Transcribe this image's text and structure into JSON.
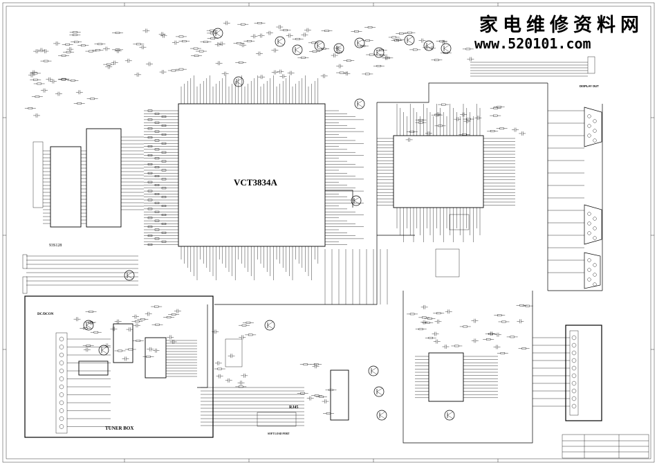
{
  "watermark": {
    "site_name_cn": "家电维修资料网",
    "url": "www.520101.com"
  },
  "labels": {
    "display_out": "DISPLAY OUT",
    "main_ic": "VCT3834A",
    "tuner_box": "TUNER BOX",
    "dcdcon": "DC/DCON",
    "rj45": "RJ45",
    "soft_load_port": "SOFT LOAD PORT",
    "left_chip": "93S128"
  },
  "colors": {
    "ink": "#000000",
    "paper": "#ffffff"
  }
}
